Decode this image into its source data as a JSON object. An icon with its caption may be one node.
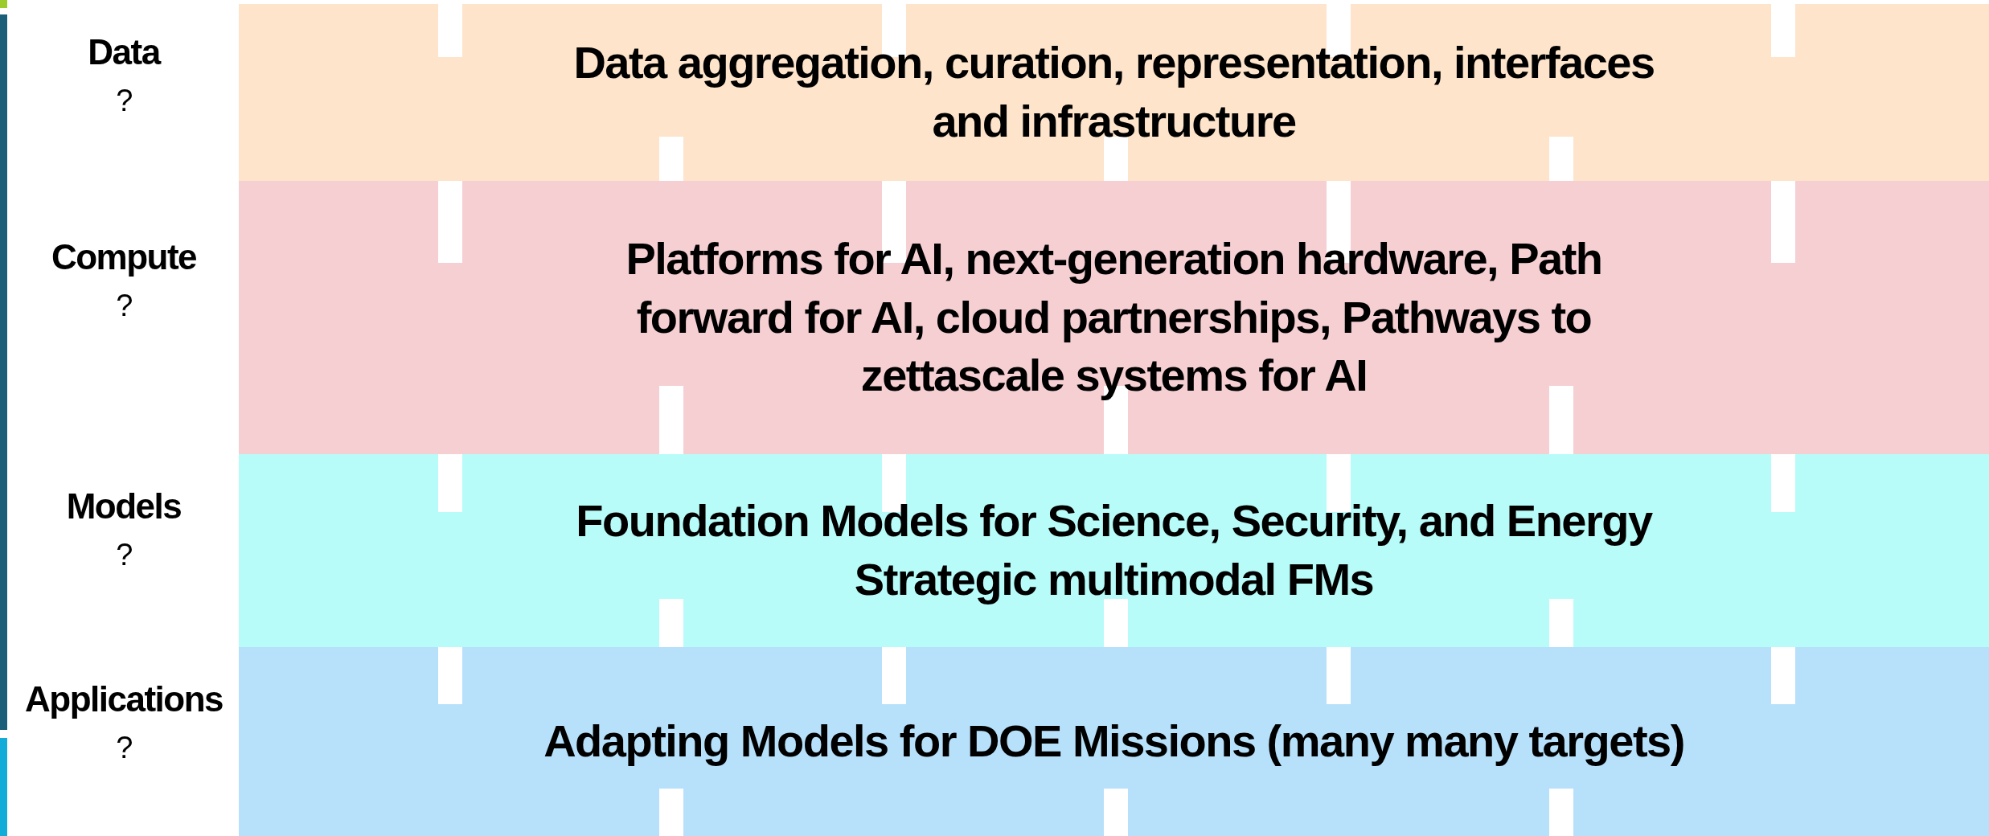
{
  "diagram": {
    "nodes": [
      {
        "text": [
          "Data",
          "?"
        ]
      },
      {
        "text": [
          "Data aggregation, curation, representation, interfaces and infrastructure"
        ]
      },
      {
        "text": [
          "Compute",
          "?"
        ]
      },
      {
        "text": [
          "Platforms for AI, next-generation hardware, Path forward for AI, cloud partnerships, Pathways to zettascale systems for AI"
        ]
      },
      {
        "text": [
          "Models",
          "?"
        ]
      },
      {
        "text": [
          "Foundation Models for Science, Security, and Energy Strategic multimodal FMs"
        ]
      },
      {
        "text": [
          "Applications",
          "?"
        ]
      },
      {
        "text": [
          "Adapting Models for DOE Missions (many many targets)"
        ]
      }
    ]
  }
}
